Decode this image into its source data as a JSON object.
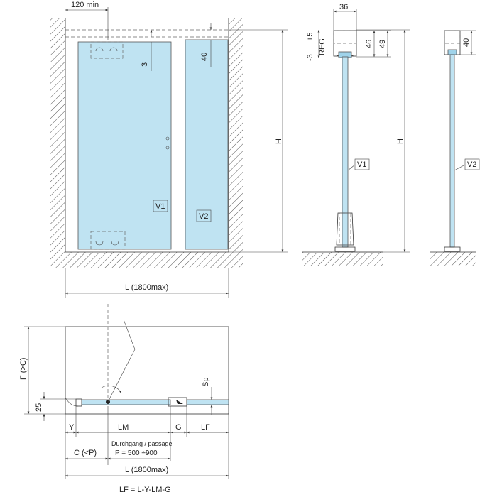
{
  "colors": {
    "glass": "#bfe3f2",
    "glass_dark": "#9fd3ea",
    "line": "#333333",
    "hatch": "#555555"
  },
  "front_view": {
    "dim_top_offset": "120 min",
    "dim_gap": "3",
    "dim_fixed_top": "40",
    "panel_v1": "V1",
    "panel_v2": "V2",
    "dim_height": "H",
    "dim_width": "L (1800max)"
  },
  "section_v1": {
    "dim_profile_width": "36",
    "reg_plus": "+5",
    "reg_label": "REG",
    "reg_minus": "-3",
    "dim_46": "46",
    "dim_49": "49",
    "dim_height": "H",
    "panel": "V1"
  },
  "section_v2": {
    "dim_40": "40",
    "dim_height": "H",
    "panel": "V2"
  },
  "plan_view": {
    "dim_depth": "F (>C)",
    "dim_25": "25",
    "dim_sp": "Sp",
    "dim_y": "Y",
    "dim_lm": "LM",
    "dim_g": "G",
    "dim_lf": "LF",
    "dim_c": "C (<P)",
    "passage_label": "Durchgang / passage",
    "passage_value": "P = 500 ÷900",
    "dim_width": "L (1800max)",
    "formula": "LF = L-Y-LM-G"
  }
}
